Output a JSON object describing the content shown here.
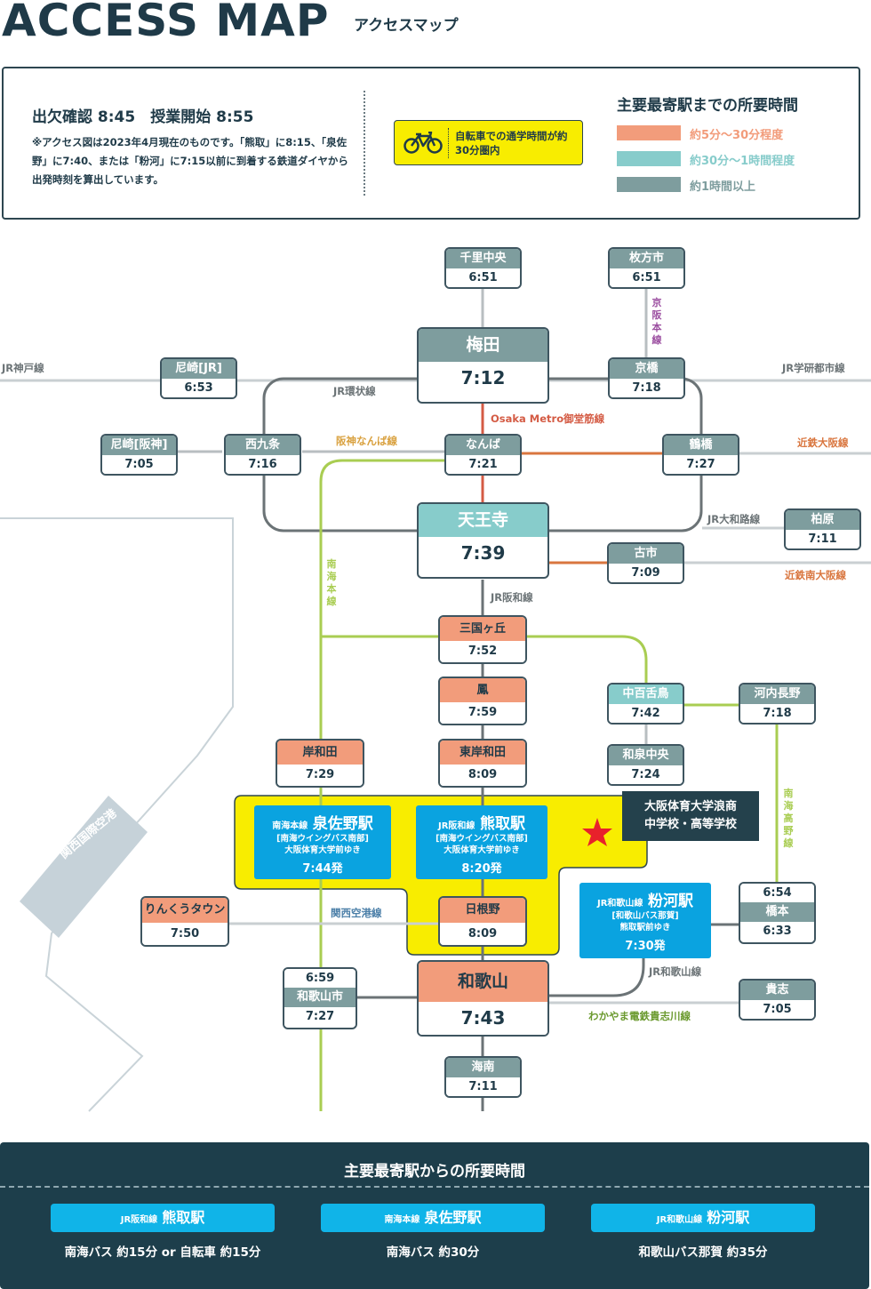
{
  "header": {
    "title": "ACCESS MAP",
    "subtitle": "アクセスマップ"
  },
  "info": {
    "schedule": "出欠確認 8:45　授業開始 8:55",
    "note": "※アクセス図は2023年4月現在のものです。「熊取」に8:15、「泉佐野」に7:40、または「粉河」に7:15以前に到着する鉄道ダイヤから出発時刻を算出しています。",
    "bike": "自転車での通学時間が約30分圏内",
    "legend_title": "主要最寄駅までの所要時間",
    "legend": [
      {
        "label": "約5分～30分程度",
        "color": "#f29c7b"
      },
      {
        "label": "約30分～1時間程度",
        "color": "#87cccb"
      },
      {
        "label": "約1時間以上",
        "color": "#7e9d9e"
      }
    ]
  },
  "stations": {
    "senri": {
      "name": "千里中央",
      "time": "6:51"
    },
    "hirakata": {
      "name": "枚方市",
      "time": "6:51"
    },
    "umeda": {
      "name": "梅田",
      "time": "7:12"
    },
    "amagasaki_jr": {
      "name": "尼崎[JR]",
      "time": "6:53"
    },
    "kyobashi": {
      "name": "京橋",
      "time": "7:18"
    },
    "amagasaki_hs": {
      "name": "尼崎[阪神]",
      "time": "7:05"
    },
    "nishikujo": {
      "name": "西九条",
      "time": "7:16"
    },
    "namba": {
      "name": "なんば",
      "time": "7:21"
    },
    "tsuruhashi": {
      "name": "鶴橋",
      "time": "7:27"
    },
    "tennoji": {
      "name": "天王寺",
      "time": "7:39"
    },
    "kashiwara": {
      "name": "柏原",
      "time": "7:11"
    },
    "furuichi": {
      "name": "古市",
      "time": "7:09"
    },
    "mikunigaoka": {
      "name": "三国ヶ丘",
      "time": "7:52"
    },
    "otori": {
      "name": "鳳",
      "time": "7:59"
    },
    "nakamozu": {
      "name": "中百舌鳥",
      "time": "7:42"
    },
    "kawachinagano": {
      "name": "河内長野",
      "time": "7:18"
    },
    "kishiwada": {
      "name": "岸和田",
      "time": "7:29"
    },
    "higashikishiwada": {
      "name": "東岸和田",
      "time": "8:09"
    },
    "izumichuo": {
      "name": "和泉中央",
      "time": "7:24"
    },
    "rinku": {
      "name": "りんくうタウン",
      "time": "7:50"
    },
    "hineno": {
      "name": "日根野",
      "time": "8:09"
    },
    "hashimoto": {
      "name": "橋本",
      "time_top": "6:54",
      "time": "6:33"
    },
    "wakayamashi": {
      "name": "和歌山市",
      "time_top": "6:59",
      "time": "7:27"
    },
    "wakayama": {
      "name": "和歌山",
      "time": "7:43"
    },
    "kishi": {
      "name": "貴志",
      "time": "7:05"
    },
    "kainan": {
      "name": "海南",
      "time": "7:11"
    }
  },
  "lines": {
    "jr_kobe": "JR神戸線",
    "jr_gakken": "JR学研都市線",
    "keihan": "京阪本線",
    "jr_loop": "JR環状線",
    "midosuji": "Osaka Metro御堂筋線",
    "hanshin_namba": "阪神なんば線",
    "kintetsu_osaka": "近鉄大阪線",
    "jr_yamatoji": "JR大和路線",
    "kintetsu_minami": "近鉄南大阪線",
    "jr_hanwa": "JR阪和線",
    "nankai_main": "南海本線",
    "nankai_koya": "南海高野線",
    "kanku": "関西空港線",
    "jr_wakayama": "JR和歌山線",
    "kishigawa": "わかやま電鉄貴志川線"
  },
  "dest": {
    "izumisano": {
      "line": "南海本線",
      "name": "泉佐野駅",
      "bus": "[南海ウイングバス南部]",
      "stop": "大阪体育大学前ゆき",
      "time": "7:44発"
    },
    "kumatori": {
      "line": "JR阪和線",
      "name": "熊取駅",
      "bus": "[南海ウイングバス南部]",
      "stop": "大阪体育大学前ゆき",
      "time": "8:20発"
    },
    "kokawa": {
      "line": "JR和歌山線",
      "name": "粉河駅",
      "bus": "[和歌山バス那賀]",
      "stop": "熊取駅前ゆき",
      "time": "7:30発"
    }
  },
  "school": {
    "line1": "大阪体育大学浪商",
    "line2": "中学校・高等学校"
  },
  "airport": {
    "name": "関西国際空港"
  },
  "footer": {
    "title": "主要最寄駅からの所要時間",
    "items": [
      {
        "line": "JR阪和線",
        "station": "熊取駅",
        "desc": "南海バス 約15分 or 自転車 約15分"
      },
      {
        "line": "南海本線",
        "station": "泉佐野駅",
        "desc": "南海バス 約30分"
      },
      {
        "line": "JR和歌山線",
        "station": "粉河駅",
        "desc": "和歌山バス那賀 約35分"
      }
    ]
  }
}
